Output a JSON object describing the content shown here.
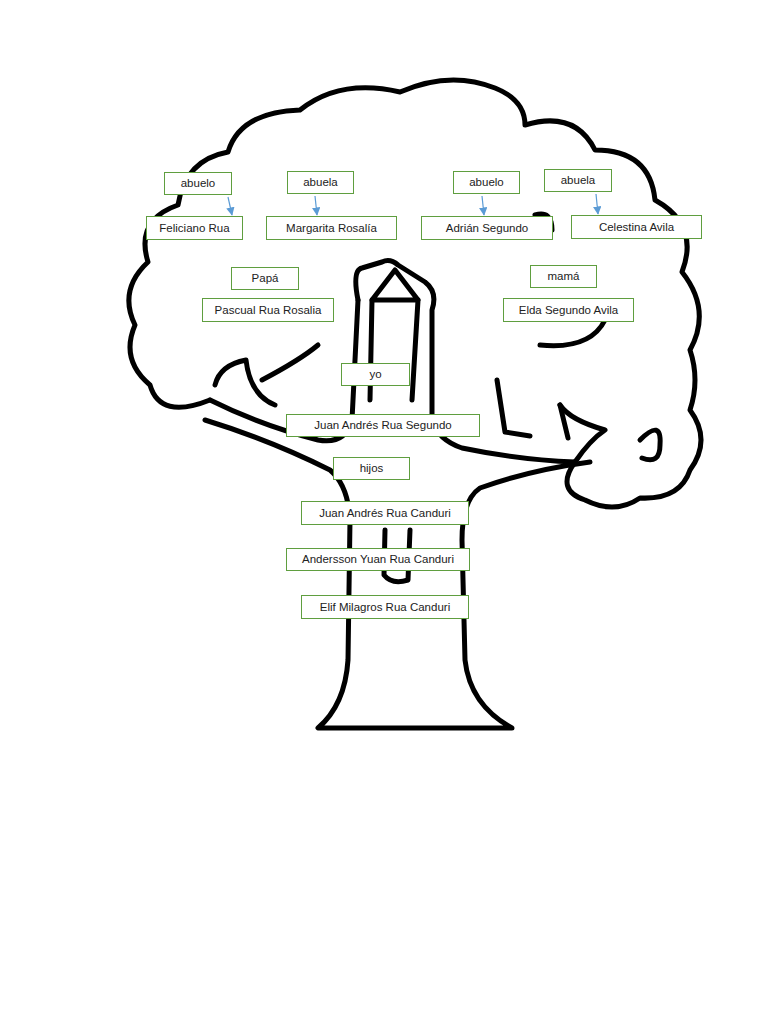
{
  "diagram": {
    "nodes": [
      {
        "text": [
          "abuelo"
        ]
      },
      {
        "text": [
          "abuela"
        ]
      },
      {
        "text": [
          "abuelo"
        ]
      },
      {
        "text": [
          "abuela"
        ]
      },
      {
        "text": [
          "Feliciano Rua"
        ]
      },
      {
        "text": [
          "Margarita Rosalía"
        ]
      },
      {
        "text": [
          "Adrián Segundo"
        ]
      },
      {
        "text": [
          "Celestina Avila"
        ]
      },
      {
        "text": [
          "Papá"
        ]
      },
      {
        "text": [
          "Pascual Rua Rosalia"
        ]
      },
      {
        "text": [
          "mamá"
        ]
      },
      {
        "text": [
          "Elda Segundo Avila"
        ]
      },
      {
        "text": [
          "yo"
        ]
      },
      {
        "text": [
          "Juan Andrés Rua Segundo"
        ]
      },
      {
        "text": [
          "hijos"
        ]
      },
      {
        "text": [
          "Juan Andrés Rua Canduri"
        ]
      },
      {
        "text": [
          "Andersson Yuan Rua Canduri"
        ]
      },
      {
        "text": [
          "Elif Milagros Rua Canduri"
        ]
      }
    ],
    "edges": [
      {
        "from": 0,
        "to": 4,
        "arrow": "to"
      },
      {
        "from": 1,
        "to": 5,
        "arrow": "to"
      },
      {
        "from": 2,
        "to": 6,
        "arrow": "to"
      },
      {
        "from": 3,
        "to": 7,
        "arrow": "to"
      }
    ]
  }
}
